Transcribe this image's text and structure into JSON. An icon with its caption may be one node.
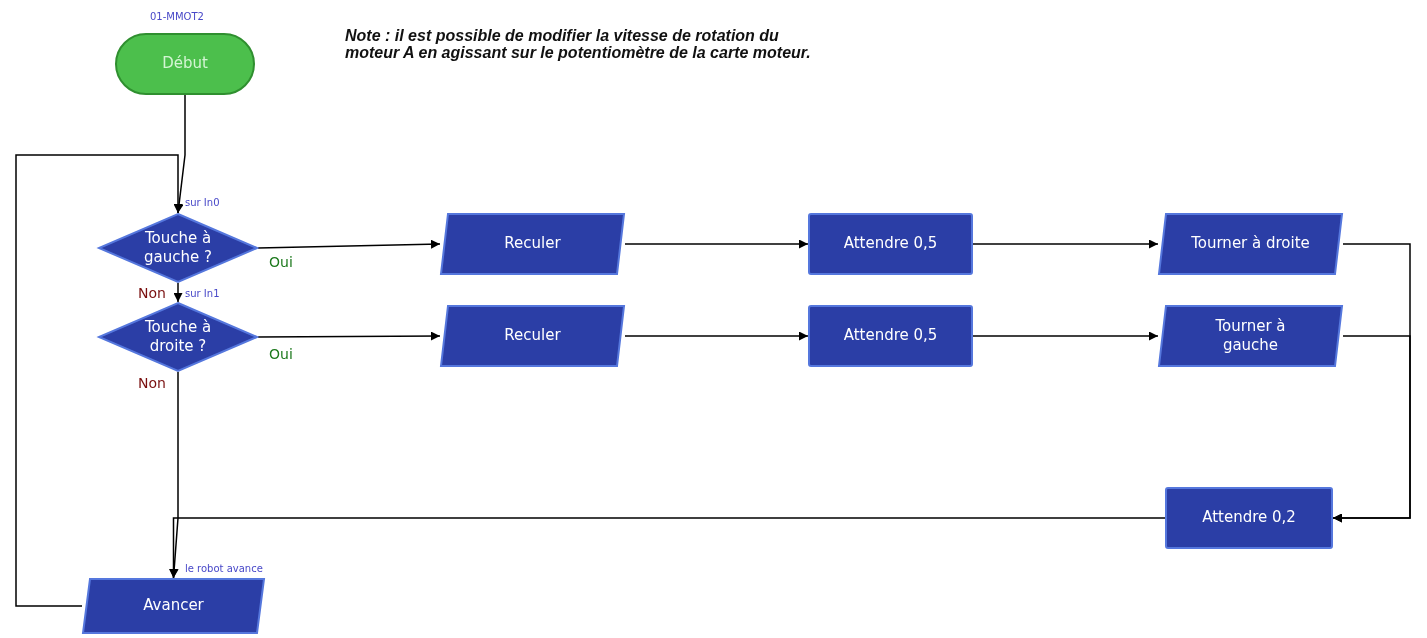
{
  "diagram": {
    "nodes": [
      {
        "text": [
          "Début"
        ],
        "beside": [
          "01-MMOT2"
        ]
      },
      {
        "text": [
          "Touche à gauche ?"
        ],
        "beside": [
          "sur In0"
        ]
      },
      {
        "text": [
          "Reculer"
        ]
      },
      {
        "text": [
          "Attendre 0,5"
        ]
      },
      {
        "text": [
          "Tourner à droite"
        ]
      },
      {
        "text": [
          "Touche à droite ?"
        ],
        "beside": [
          "sur In1"
        ]
      },
      {
        "text": [
          "Reculer"
        ]
      },
      {
        "text": [
          "Attendre 0,5"
        ]
      },
      {
        "text": [
          "Tourner à gauche"
        ]
      },
      {
        "text": [
          "Attendre 0,2"
        ]
      },
      {
        "text": [
          "Avancer"
        ],
        "beside": [
          "le robot avance"
        ]
      }
    ],
    "edges": [
      {
        "from": 0,
        "to": 1,
        "arrow": "to"
      },
      {
        "from": 1,
        "to": 2,
        "arrow": "to",
        "label": "Oui"
      },
      {
        "from": 2,
        "to": 3,
        "arrow": "to"
      },
      {
        "from": 3,
        "to": 4,
        "arrow": "to"
      },
      {
        "from": 1,
        "to": 5,
        "arrow": "to",
        "label": "Non"
      },
      {
        "from": 5,
        "to": 6,
        "arrow": "to",
        "label": "Oui"
      },
      {
        "from": 6,
        "to": 7,
        "arrow": "to"
      },
      {
        "from": 7,
        "to": 8,
        "arrow": "to"
      },
      {
        "from": 5,
        "to": 10,
        "arrow": "to",
        "label": "Non"
      },
      {
        "from": 4,
        "to": 9,
        "arrow": "to"
      },
      {
        "from": 8,
        "to": 9,
        "arrow": "to"
      },
      {
        "from": 9,
        "to": 10,
        "arrow": "to"
      },
      {
        "from": 10,
        "to": 1,
        "arrow": "to"
      }
    ],
    "labels": [
      "Note : il est possible de modifier la vitesse de rotation du moteur A en agissant sur le potentiomètre de la carte moteur."
    ]
  }
}
